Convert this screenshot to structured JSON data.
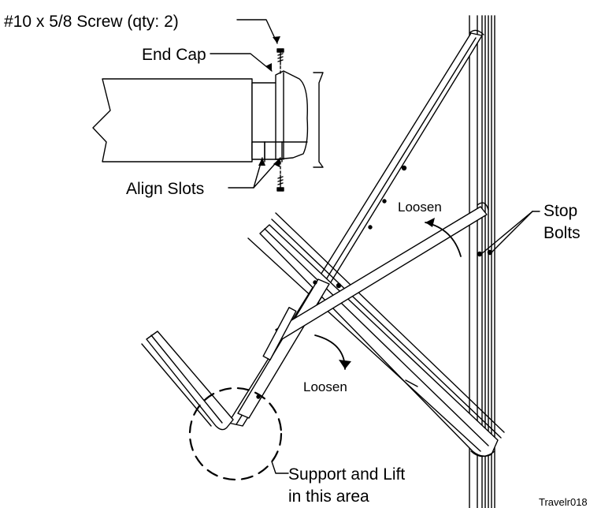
{
  "labels": {
    "screw": "#10 x 5/8 Screw (qty: 2)",
    "end_cap": "End Cap",
    "align_slots": "Align Slots",
    "loosen_upper": "Loosen",
    "loosen_lower": "Loosen",
    "stop_bolts_line1": "Stop",
    "stop_bolts_line2": "Bolts",
    "support_line1": "Support and Lift",
    "support_line2": "in this area",
    "figure_id": "Travelr018"
  }
}
